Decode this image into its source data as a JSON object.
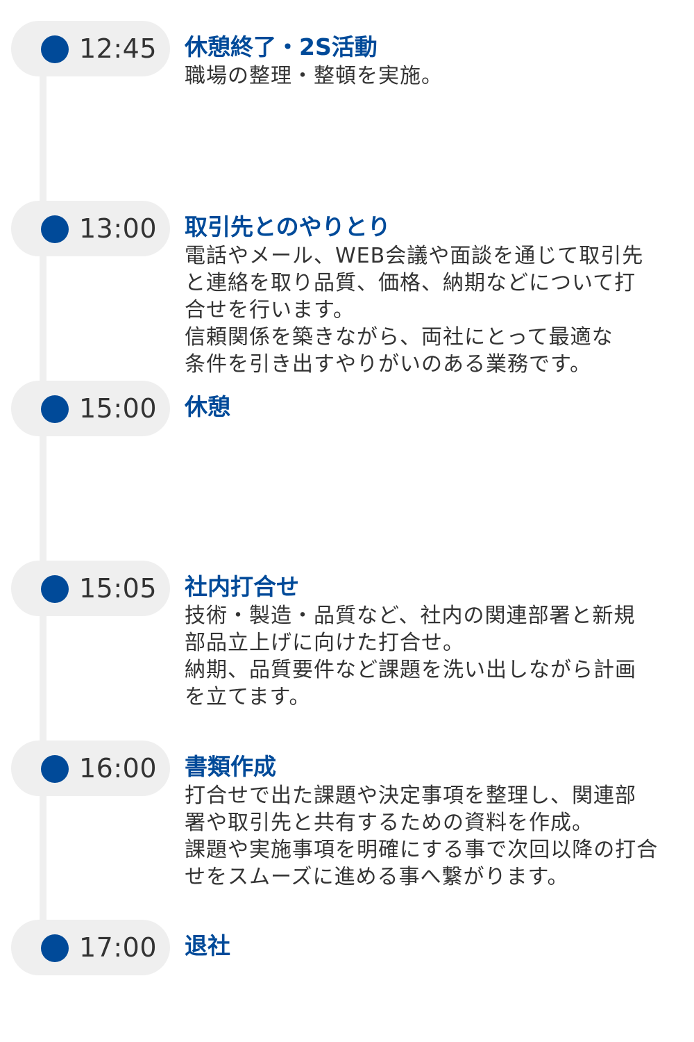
{
  "colors": {
    "accent": "#004a99",
    "pill_bg": "#efefef",
    "text": "#333333"
  },
  "timeline": {
    "entries": [
      {
        "time": "12:45",
        "title": "休憩終了・2S活動",
        "description": "職場の整理・整頓を実施。"
      },
      {
        "time": "13:00",
        "title": "取引先とのやりとり",
        "description": "電話やメール、WEB会議や面談を通じて取引先\nと連絡を取り品質、価格、納期などについて打\n合せを行います。\n信頼関係を築きながら、両社にとって最適な\n条件を引き出すやりがいのある業務です。"
      },
      {
        "time": "15:00",
        "title": "休憩",
        "description": ""
      },
      {
        "time": "15:05",
        "title": "社内打合せ",
        "description": "技術・製造・品質など、社内の関連部署と新規\n部品立上げに向けた打合せ。\n納期、品質要件など課題を洗い出しながら計画\nを立てます。"
      },
      {
        "time": "16:00",
        "title": "書類作成",
        "description": "打合せで出た課題や決定事項を整理し、関連部\n署や取引先と共有するための資料を作成。\n課題や実施事項を明確にする事で次回以降の打合\nせをスムーズに進める事へ繋がります。"
      },
      {
        "time": "17:00",
        "title": "退社",
        "description": ""
      }
    ]
  }
}
